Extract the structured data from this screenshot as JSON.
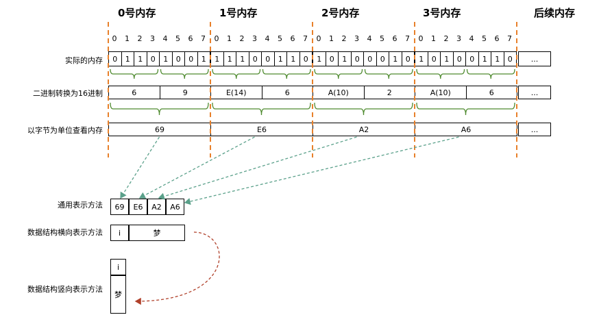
{
  "titles": [
    "0号内存",
    "1号内存",
    "2号内存",
    "3号内存",
    "后续内存"
  ],
  "bit_index_labels": [
    "0",
    "1",
    "2",
    "3",
    "4",
    "5",
    "6",
    "7"
  ],
  "bits": [
    [
      "0",
      "1",
      "1",
      "0",
      "1",
      "0",
      "0",
      "1"
    ],
    [
      "1",
      "1",
      "1",
      "0",
      "0",
      "1",
      "1",
      "0"
    ],
    [
      "1",
      "0",
      "1",
      "0",
      "0",
      "0",
      "1",
      "0"
    ],
    [
      "1",
      "0",
      "1",
      "0",
      "0",
      "1",
      "1",
      "0"
    ]
  ],
  "nibbles": [
    [
      "6",
      "9"
    ],
    [
      "E(14)",
      "6"
    ],
    [
      "A(10)",
      "2"
    ],
    [
      "A(10)",
      "6"
    ]
  ],
  "bytes": [
    "69",
    "E6",
    "A2",
    "A6"
  ],
  "ellipsis": "...",
  "row_labels": {
    "actual": "实际的内存",
    "hex": "二进制转换为16进制",
    "byte_view": "以字节为单位查看内存"
  },
  "general": {
    "label": "通用表示方法",
    "cells": [
      "69",
      "E6",
      "A2",
      "A6"
    ]
  },
  "horizontal": {
    "label": "数据结构横向表示方法",
    "cells": [
      "i",
      "梦"
    ]
  },
  "vertical": {
    "label": "数据结构竖向表示方法",
    "cells": [
      "i",
      "梦"
    ]
  },
  "colors": {
    "divider": "#e8802a",
    "brace": "#4e8a2e",
    "arrow_teal": "#5aa08a",
    "arrow_red": "#b0402a",
    "border": "#000000"
  }
}
